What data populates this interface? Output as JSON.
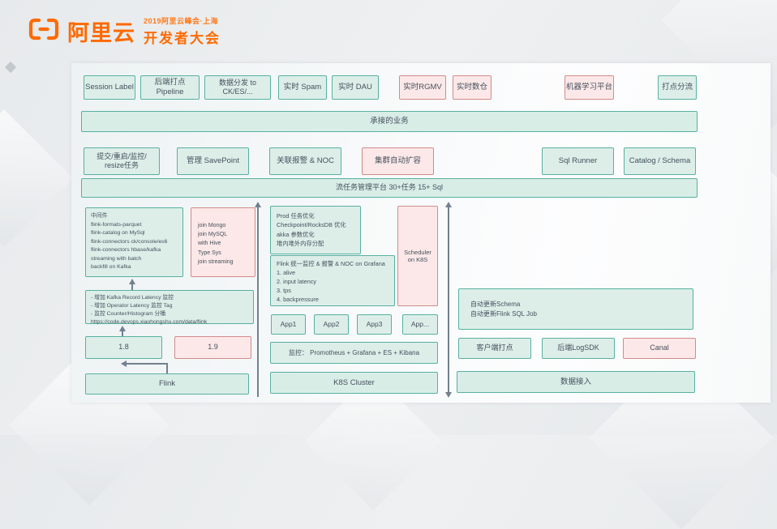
{
  "colors": {
    "accent_orange": "#ff6a00",
    "teal_fill": "#ddeee9",
    "teal_border": "#57b1a0",
    "pink_fill": "#fce8e8",
    "pink_border": "#d18b8b",
    "text": "#44505c",
    "arrow": "#72808f",
    "slide_background": "#e8ebec",
    "panel_background": "#f8fafa"
  },
  "logo": {
    "brand": "阿里云",
    "event_top": "2019阿里云峰会·上海",
    "event_main": "开发者大会"
  },
  "top_row": [
    {
      "label": "Session Label",
      "variant": "teal"
    },
    {
      "label": "后端打点 Pipeline",
      "variant": "teal"
    },
    {
      "label": "数据分发 to CK/ES/...",
      "variant": "teal"
    },
    {
      "label": "实时 Spam",
      "variant": "teal"
    },
    {
      "label": "实时 DAU",
      "variant": "teal"
    },
    {
      "label": "实时RGMV",
      "variant": "pink"
    },
    {
      "label": "实时数仓",
      "variant": "pink"
    },
    {
      "label": "机器学习平台",
      "variant": "pink"
    },
    {
      "label": "打点分流",
      "variant": "teal"
    }
  ],
  "business_bar": "承接的业务",
  "mgmt_row": [
    {
      "lines": [
        "提交/重启/监控/",
        "resize任务"
      ],
      "variant": "teal"
    },
    {
      "label": "管理 SavePoint",
      "variant": "teal"
    },
    {
      "label": "关联报警 & NOC",
      "variant": "teal"
    },
    {
      "label": "集群自动扩容",
      "variant": "pink"
    },
    {
      "label": "Sql Runner",
      "variant": "teal"
    },
    {
      "label": "Catalog / Schema",
      "variant": "teal"
    }
  ],
  "platform_bar": "流任务管理平台 30+任务 15+ Sql",
  "flink_section": {
    "middleware_lines": [
      "中间件",
      "flink-formats-parquet",
      "flink-catalog on MySql",
      "flink-connectors ck/console/es6",
      "flink-connectors hbase/kafka",
      "streaming with batch",
      "backfill on Kafka"
    ],
    "join_lines": [
      "join Mongo",
      "join MySQL",
      "with Hive",
      "Type Sys",
      "join streaming"
    ],
    "latency_lines": [
      "- 增加 Kafka Record Latency 监控",
      "- 增加 Operator Latency 监控 Tag",
      "- 监控 Counter/Histogram 分桶",
      "https://code.devops.xiaohongshu.com/data/flink"
    ],
    "version_old": "1.8",
    "version_new": "1.9",
    "bar": "Flink"
  },
  "k8s_section": {
    "prod_lines": [
      "Prod 任务优化",
      "Checkpoint/RocksDB 优化",
      "akka 参数优化",
      "堆内堆外内存分配"
    ],
    "monitor_lines": [
      "Flink 统一监控 & 报警 & NOC on Grafana",
      "1. alive",
      "2. input latency",
      "3. tps",
      "4. backpressure"
    ],
    "scheduler_lines": [
      "Scheduler",
      "on K8S"
    ],
    "apps": [
      "App1",
      "App2",
      "App3",
      "App..."
    ],
    "monitoring_bar": "监控： Promotheus + Grafana + ES + Kibana",
    "bar": "K8S Cluster"
  },
  "ingest_section": {
    "auto_lines": [
      "自动更新Schema",
      "自动更新Flink SQL Job"
    ],
    "sources": [
      {
        "label": "客户端打点",
        "variant": "teal"
      },
      {
        "label": "后端LogSDK",
        "variant": "teal"
      },
      {
        "label": "Canal",
        "variant": "pink"
      }
    ],
    "bar": "数据接入"
  }
}
